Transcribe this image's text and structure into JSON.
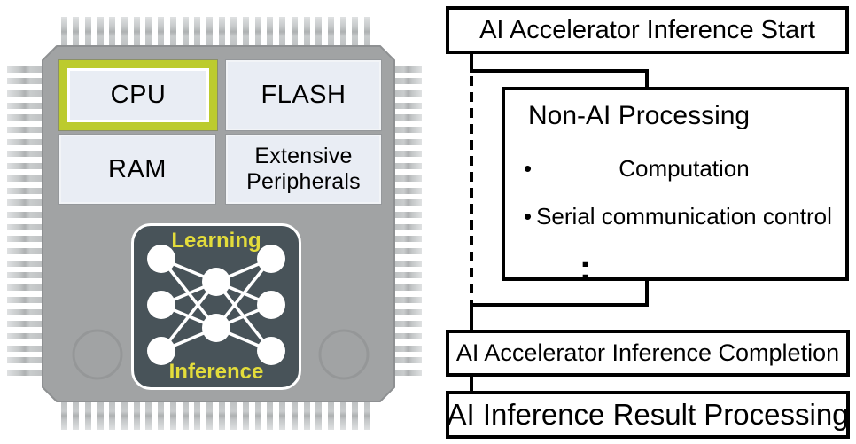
{
  "chip": {
    "blocks": [
      {
        "id": "cpu",
        "label": "CPU",
        "highlighted": true
      },
      {
        "id": "flash",
        "label": "FLASH",
        "highlighted": false
      },
      {
        "id": "ram",
        "label": "RAM",
        "highlighted": false
      },
      {
        "id": "peripherals",
        "label": "Extensive Peripherals",
        "highlighted": false
      }
    ],
    "ai_accelerator": {
      "top_label": "Learning",
      "bottom_label": "Inference",
      "network_layers": [
        3,
        2,
        3
      ]
    }
  },
  "flowchart": {
    "start_label": "AI Accelerator Inference Start",
    "non_ai": {
      "title": "Non-AI Processing",
      "bullet_char": "•",
      "bullets": [
        "Computation",
        "Serial communication control"
      ],
      "continuation_mark": ":"
    },
    "completion_label": "AI Accelerator Inference Completion",
    "result_label": "AI Inference Result Processing"
  },
  "colors": {
    "cpu_highlight_border": "#bccb2d",
    "block_fill": "#e9edf4",
    "chip_body": "#a1a3a4",
    "pin_light": "#d8dadb",
    "pin_dark": "#aeb1b2",
    "accelerator_fill": "#485359",
    "accelerator_label": "#e3dc3b",
    "line_color": "#000000"
  }
}
